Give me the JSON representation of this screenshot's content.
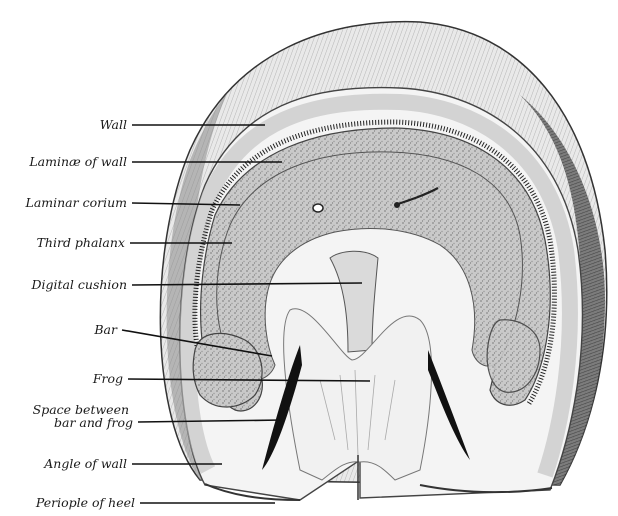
{
  "figure": {
    "labels": [
      {
        "id": "wall",
        "lines": [
          "Wall"
        ]
      },
      {
        "id": "laminae-of-wall",
        "lines": [
          "Laminæ of wall"
        ]
      },
      {
        "id": "laminar-corium",
        "lines": [
          "Laminar corium"
        ]
      },
      {
        "id": "third-phalanx",
        "lines": [
          "Third phalanx"
        ]
      },
      {
        "id": "digital-cushion",
        "lines": [
          "Digital cushion"
        ]
      },
      {
        "id": "bar",
        "lines": [
          "Bar"
        ]
      },
      {
        "id": "frog",
        "lines": [
          "Frog"
        ]
      },
      {
        "id": "space-between-bar-and-frog",
        "lines": [
          "Space between",
          "bar and frog"
        ]
      },
      {
        "id": "angle-of-wall",
        "lines": [
          "Angle of wall"
        ]
      },
      {
        "id": "periople-of-heel",
        "lines": [
          "Periople of heel"
        ]
      }
    ]
  }
}
